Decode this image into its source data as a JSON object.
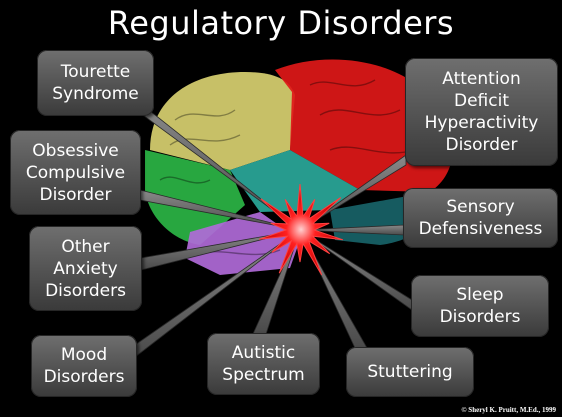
{
  "title": "Regulatory Disorders",
  "disorders": [
    {
      "id": "tourette",
      "label": "Tourette\nSyndrome"
    },
    {
      "id": "adhd",
      "label": "Attention\nDeficit\nHyperactivity\nDisorder"
    },
    {
      "id": "ocd",
      "label": "Obsessive\nCompulsive\nDisorder"
    },
    {
      "id": "sensory",
      "label": "Sensory\nDefensiveness"
    },
    {
      "id": "anxiety",
      "label": "Other\nAnxiety\nDisorders"
    },
    {
      "id": "sleep",
      "label": "Sleep\nDisorders"
    },
    {
      "id": "mood",
      "label": "Mood\nDisorders"
    },
    {
      "id": "autistic",
      "label": "Autistic\nSpectrum"
    },
    {
      "id": "stuttering",
      "label": "Stuttering"
    }
  ],
  "credit": "© Sheryl K. Pruitt, M.Ed., 1999",
  "colors": {
    "background": "#000000",
    "brain_yellow": "#d8d070",
    "brain_red": "#e01818",
    "brain_teal": "#2aa89a",
    "brain_green": "#2bb545",
    "brain_purple": "#b06ad8",
    "burst": "#ff1a1a",
    "box": "#555555",
    "text": "#ffffff"
  }
}
